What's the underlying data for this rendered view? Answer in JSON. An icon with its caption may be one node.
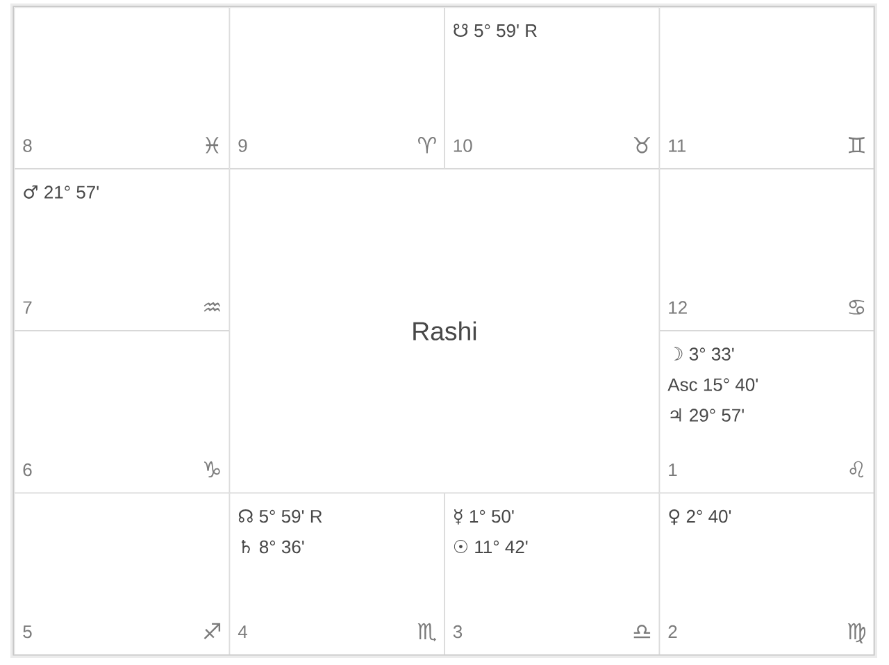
{
  "diagram": {
    "nodes": [
      {
        "text": [
          "8",
          "♓"
        ]
      },
      {
        "text": [
          "9",
          "♈"
        ]
      },
      {
        "text": [
          "☋ 5° 59' R",
          "10",
          "♉"
        ]
      },
      {
        "text": [
          "11",
          "♊"
        ]
      },
      {
        "text": [
          "♂ 21° 57'",
          "7",
          "♒"
        ]
      },
      {
        "text": [
          "Rashi"
        ]
      },
      {
        "text": [
          "12",
          "♋"
        ]
      },
      {
        "text": [
          "6",
          "♑"
        ]
      },
      {
        "text": [
          "☽ 3° 33'",
          "Asc 15° 40'",
          "♃ 29° 57'",
          "1",
          "♌"
        ]
      },
      {
        "text": [
          "5",
          "♐"
        ]
      },
      {
        "text": [
          "☊ 5° 59' R",
          "♄ 8° 36'",
          "4",
          "♏"
        ]
      },
      {
        "text": [
          "☿ 1° 50'",
          "☉ 11° 42'",
          "3",
          "♎"
        ]
      },
      {
        "text": [
          "♀ 2° 40'",
          "2",
          "♍"
        ]
      }
    ]
  }
}
